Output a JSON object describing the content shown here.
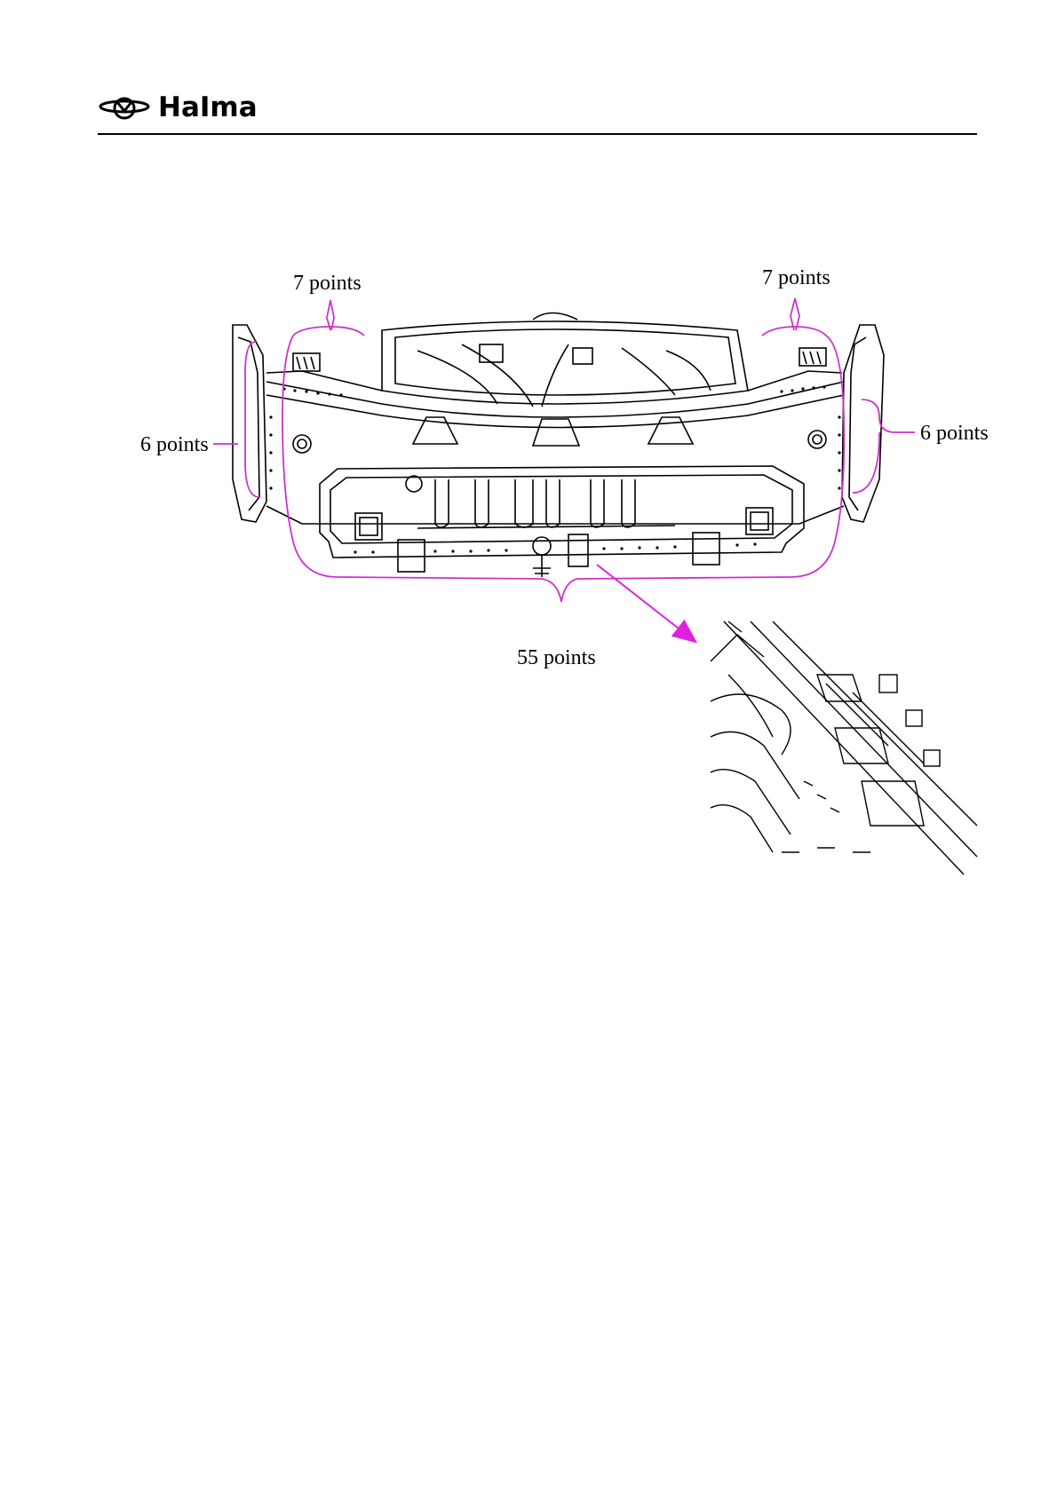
{
  "header": {
    "brand": "HaIma",
    "logo_icon": "haima-wings-logo-icon"
  },
  "figure": {
    "callouts": {
      "top_left": "7 points",
      "top_right": "7 points",
      "left": "6 points",
      "right": "6 points",
      "bottom": "55 points"
    },
    "annotation_color": "#cc33cc",
    "arrow_color": "#e020e0"
  }
}
